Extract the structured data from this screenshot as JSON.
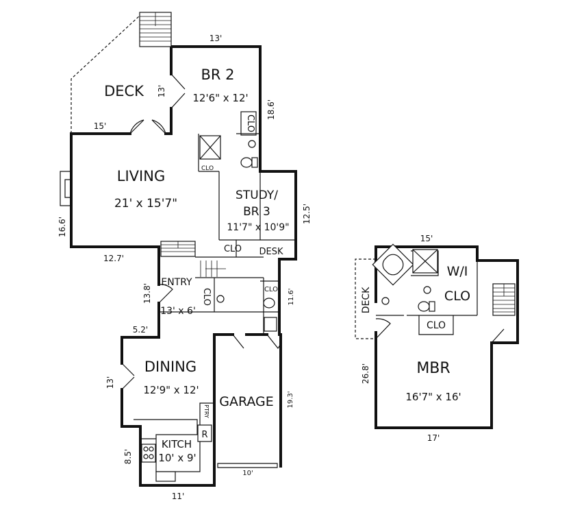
{
  "rooms": {
    "br2": {
      "name": "BR 2",
      "size": "12'6\" x 12'"
    },
    "deck": {
      "name": "DECK"
    },
    "living": {
      "name": "LIVING",
      "size": "21' x 15'7\""
    },
    "study": {
      "name_line1": "STUDY/",
      "name_line2": "BR 3",
      "size": "11'7\" x 10'9\""
    },
    "entry": {
      "name": "ENTRY",
      "size": "13' x 6'"
    },
    "dining": {
      "name": "DINING",
      "size": "12'9\" x 12'"
    },
    "garage": {
      "name": "GARAGE"
    },
    "kitchen": {
      "name": "KITCH",
      "size": "10' x 9'"
    },
    "mbr": {
      "name": "MBR",
      "size": "16'7\" x 16'"
    },
    "wi_clo": {
      "line1": "W/I",
      "line2": "CLO"
    },
    "mbr_deck": {
      "name": "DECK"
    }
  },
  "labels": {
    "clo": "CLO",
    "desk": "DESK",
    "ptry": "PTRY",
    "refrigerator": "R"
  },
  "dimensions": {
    "top_13": "13'",
    "br2_side_13": "13'",
    "right_18_6": "18.6'",
    "deck_15": "15'",
    "right_12_5": "12.5'",
    "left_16_6": "16.6'",
    "bottom_12_7": "12.7'",
    "entry_13_8": "13.8'",
    "entry_5_2": "5.2'",
    "stair_11_6": "11.6'",
    "dining_13": "13'",
    "garage_19_3": "19.3'",
    "kitchen_8_5": "8.5'",
    "garage_10": "10'",
    "bottom_11": "11'",
    "mbr_top_15": "15'",
    "mbr_side_26_8": "26.8'",
    "mbr_bottom_17": "17'"
  }
}
